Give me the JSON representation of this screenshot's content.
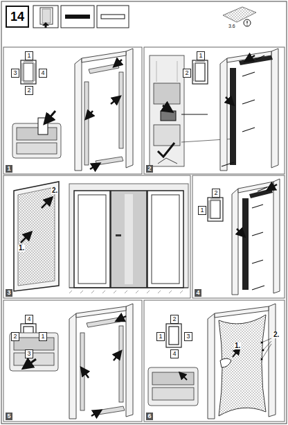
{
  "diagram": {
    "nodes": [
      {
        "text": [
          "14"
        ]
      }
    ],
    "labels": [
      "3.6",
      "1",
      "3",
      "4",
      "2",
      "1",
      "1",
      "2",
      "2",
      "2.",
      "1.",
      "3",
      "2",
      "1",
      "4",
      "4",
      "2",
      "1",
      "3",
      "5",
      "2",
      "1",
      "3",
      "4",
      "1.",
      "2.",
      "6"
    ]
  }
}
